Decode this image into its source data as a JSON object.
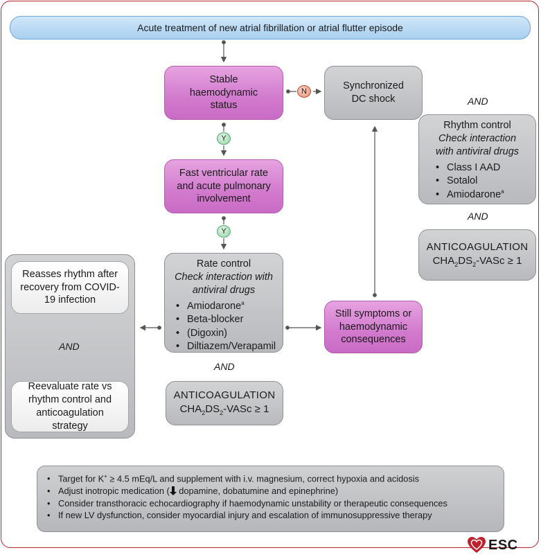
{
  "header": {
    "title": "Acute treatment of new atrial fibrillation or atrial flutter episode"
  },
  "stable": {
    "label": "Stable haemodynamic status"
  },
  "dc_shock": {
    "label": "Synchronized DC shock"
  },
  "fast_rate": {
    "label": "Fast ventricular rate and acute pulmonary involvement"
  },
  "badges": {
    "no": "N",
    "yes": "Y"
  },
  "rate_control": {
    "title": "Rate control",
    "subtitle": "Check interaction with antiviral drugs",
    "items": [
      "Amiodarone",
      "Beta-blocker",
      "(Digoxin)",
      "Diltiazem/Verapamil"
    ],
    "superscript": "a"
  },
  "still_symptoms": {
    "label": "Still symptoms or haemodynamic consequences"
  },
  "left_panel": {
    "reassess": "Reasses rhythm after recovery from COVID-19 infection",
    "and": "AND",
    "reevaluate": "Reevaluate rate vs rhythm control and anticoagulation strategy"
  },
  "and_label": "AND",
  "anticoag": {
    "title": "ANTICOAGULATION",
    "score_prefix": "CHA",
    "score_sub1": "2",
    "score_mid": "DS",
    "score_sub2": "2",
    "score_suffix": "-VASc ≥ 1"
  },
  "rhythm_control": {
    "title": "Rhythm  control",
    "subtitle": "Check interaction with antiviral drugs",
    "items": [
      "Class I AAD",
      "Sotalol",
      "Amiodarone"
    ],
    "superscript": "a"
  },
  "notes": {
    "item1_pre": "Target for K",
    "item1_sup": "+",
    "item1_post": " ≥ 4.5 mEq/L and supplement with i.v. magnesium, correct hypoxia and acidosis",
    "item2_pre": "Adjust inotropic medication (",
    "item2_post": " dopamine, dobatumine and epinephrine)",
    "item3": "Consider transthoracic echocardiography if haemodynamic unstability or therapeutic consequences",
    "item4": "If new LV dysfunction, consider myocardial injury and escalation of immunosuppressive therapy"
  },
  "logo": {
    "text": "ESC"
  },
  "colors": {
    "pink": "#d27ace",
    "grey": "#b9babd",
    "blue": "#a9d0f0",
    "frame": "#b5222c"
  }
}
